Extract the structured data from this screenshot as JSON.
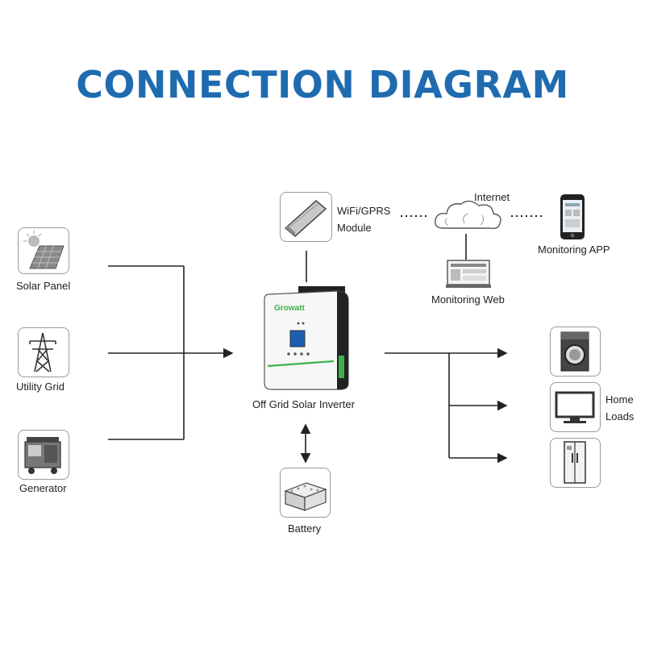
{
  "title": "CONNECTION DIAGRAM",
  "inputs": {
    "solar_panel": "Solar Panel",
    "utility_grid": "Utility Grid",
    "generator": "Generator"
  },
  "inverter": {
    "label": "Off Grid Solar Inverter",
    "brand": "Growatt"
  },
  "wifi_module": {
    "line1": "WiFi/GPRS",
    "line2": "Module"
  },
  "internet": "Internet",
  "monitoring_app": "Monitoring APP",
  "monitoring_web": "Monitoring Web",
  "battery": "Battery",
  "home_loads": {
    "line1": "Home",
    "line2": "Loads"
  },
  "colors": {
    "title": "#1f6bb0",
    "line": "#222222",
    "frame": "#9a9a9a",
    "display": "#1a5fb4",
    "accent": "#3cb34a"
  }
}
